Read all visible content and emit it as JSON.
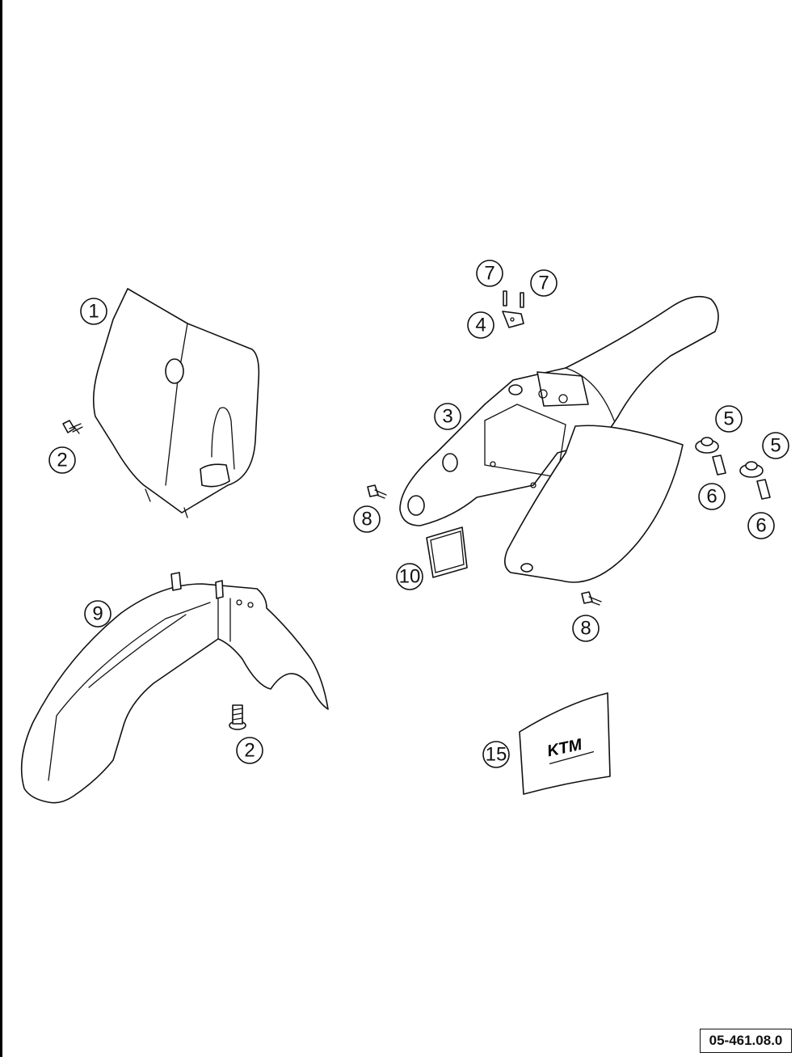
{
  "diagram": {
    "reference_code": "05-461.08.0",
    "decal_logo_text": "KTM",
    "callouts": [
      {
        "id": "c1",
        "label": "1"
      },
      {
        "id": "c2a",
        "label": "2"
      },
      {
        "id": "c2b",
        "label": "2"
      },
      {
        "id": "c3",
        "label": "3"
      },
      {
        "id": "c4",
        "label": "4"
      },
      {
        "id": "c5a",
        "label": "5"
      },
      {
        "id": "c5b",
        "label": "5"
      },
      {
        "id": "c6a",
        "label": "6"
      },
      {
        "id": "c6b",
        "label": "6"
      },
      {
        "id": "c7a",
        "label": "7"
      },
      {
        "id": "c7b",
        "label": "7"
      },
      {
        "id": "c8a",
        "label": "8"
      },
      {
        "id": "c8b",
        "label": "8"
      },
      {
        "id": "c9",
        "label": "9"
      },
      {
        "id": "c10",
        "label": "10"
      },
      {
        "id": "c15",
        "label": "15"
      }
    ]
  }
}
